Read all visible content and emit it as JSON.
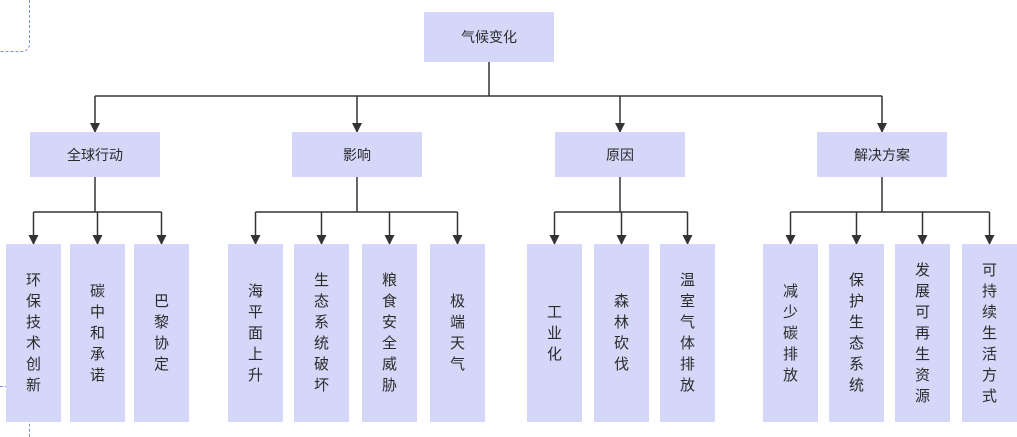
{
  "diagram": {
    "root": {
      "label": "气候变化"
    },
    "branches": [
      {
        "label": "全球行动",
        "children": [
          "环保技术创新",
          "碳中和承诺",
          "巴黎协定"
        ]
      },
      {
        "label": "影响",
        "children": [
          "海平面上升",
          "生态系统破坏",
          "粮食安全威胁",
          "极端天气"
        ]
      },
      {
        "label": "原因",
        "children": [
          "工业化",
          "森林砍伐",
          "温室气体排放"
        ]
      },
      {
        "label": "解决方案",
        "children": [
          "减少碳排放",
          "保护生态系统",
          "发展可再生资源",
          "可持续生活方式"
        ]
      }
    ],
    "colors": {
      "node_fill": "#d4d7f8",
      "line": "#333333",
      "text": "#2b2b2b"
    }
  }
}
